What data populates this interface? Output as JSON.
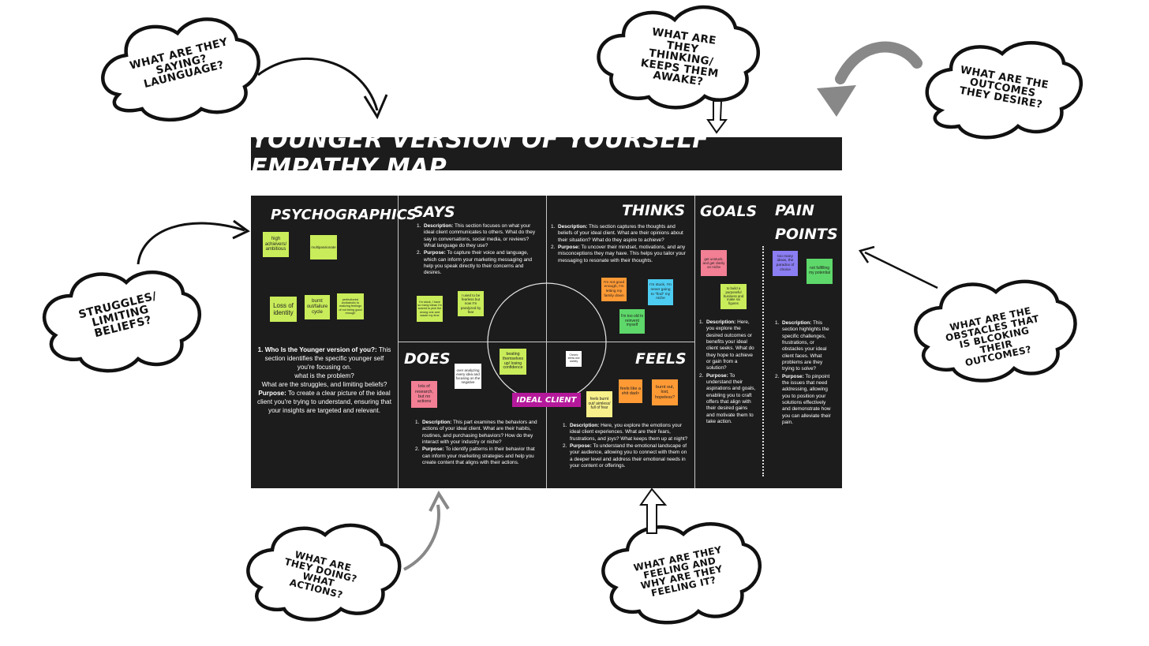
{
  "title": "Younger Version of Yourself Empathy Map",
  "clouds": {
    "saying": "What are they saying? Launguage?",
    "thinking": "What are they thinking/ keeps them awake?",
    "outcomes": "What are the outcomes they desire?",
    "struggles": "Struggles/ limiting beliefs?",
    "obstacles": "What are the obstacles that is blcoking their outcomes?",
    "doing": "What are they doing? What actions?",
    "feeling": "What are they feeling and why are they feeling it?"
  },
  "sections": {
    "psychographics": {
      "heading": "Psychographics",
      "q_label": "Who Is the Younger version of you?:",
      "q_text": "This section identifies the specific younger self you're focusing on.",
      "line2": "what is the problem?",
      "line3": "What are the struggles, and limiting beliefs?",
      "purpose_label": "Purpose:",
      "purpose_text": "To create a clear picture of the ideal client you're trying to understand, ensuring that your insights are targeted and relevant."
    },
    "says": {
      "heading": "Says",
      "desc_label": "Description:",
      "desc_text": "This section focuses on what your ideal client communicates to others. What do they say in conversations, social media, or reviews? What language do they use?",
      "purpose_label": "Purpose:",
      "purpose_text": "To capture their voice and language, which can inform your marketing messaging and help you speak directly to their concerns and desires."
    },
    "thinks": {
      "heading": "Thinks",
      "desc_label": "Description:",
      "desc_text": "This section captures the thoughts and beliefs of your ideal client. What are their opinions about their situation? What do they aspire to achieve?",
      "purpose_label": "Purpose:",
      "purpose_text": "To uncover their mindset, motivations, and any misconceptions they may have. This helps you tailor your messaging to resonate with their thoughts."
    },
    "does": {
      "heading": "Does",
      "desc_label": "Description:",
      "desc_text": "This part examines the behaviors and actions of your ideal client. What are their habits, routines, and purchasing behaviors? How do they interact with your industry or niche?",
      "purpose_label": "Purpose:",
      "purpose_text": "To identify patterns in their behavior that can inform your marketing strategies and help you create content that aligns with their actions."
    },
    "feels": {
      "heading": "Feels",
      "desc_label": "Description:",
      "desc_text": "Here, you explore the emotions your ideal client experiences. What are their fears, frustrations, and joys? What keeps them up at night?",
      "purpose_label": "Purpose:",
      "purpose_text": "To understand the emotional landscape of your audience, allowing you to connect with them on a deeper level and address their emotional needs in your content or offerings."
    },
    "goals": {
      "heading": "Goals",
      "desc_label": "Description:",
      "desc_text": "Here, you explore the desired outcomes or benefits your ideal client seeks. What do they hope to achieve or gain from a solution?",
      "purpose_label": "Purpose:",
      "purpose_text": "To understand their aspirations and goals, enabling you to craft offers that align with their desired gains and motivate them to take action."
    },
    "pain": {
      "heading_line1": "Pain",
      "heading_line2": "Points",
      "desc_label": "Description:",
      "desc_text": "This section highlights the specific challenges, frustrations, or obstacles your ideal client faces. What problems are they trying to solve?",
      "purpose_label": "Purpose:",
      "purpose_text": "To pinpoint the issues that need addressing, allowing you to position your solutions effectively and demonstrate how you can alleviate their pain."
    }
  },
  "ideal_client": "Ideal Client",
  "stickies": {
    "high_achievers": "high achievers/ ambitious",
    "multipassionate": "multipassionate",
    "loss_identity": "Loss of identity",
    "burnt_cycle": "burnt out/failure cycle",
    "perfectionist": "perfectionist workaholic to realizing feelings of not being good enough",
    "im_stuck_says": "I'm stuck, I have so many ideas I'm scared to pick the wrong one and waste my time",
    "used_to_fearless": "I used to be fearless but now I'm paralyzed by fear",
    "not_good_enough": "I'm not good enough, I'm letting my family down",
    "never_find": "I'm stuck, I'm never going to \"find\" my niche",
    "too_old": "I'm too old to reinvent myself",
    "lots_research": "lots of research, but no actions",
    "overanalyzing": "over analyzing every idea and focusing on the negative",
    "beating": "beating themselves up/ losing confidence",
    "chronic_stress": "Chronic stress and anxiety",
    "feels_burnt": "feels burnt out/ aimless/ full of fear",
    "feels_like": "feels like a shit dad>",
    "burnt_lost": "burnt out, lost, hopeless?",
    "get_unstuck": "get unstuck, and get clarity on niche",
    "build_business": "to build a purposeful business and make six figures",
    "too_many_ideas": "too many ideas, the paradox of choice",
    "not_fulfilling": "not fulfilling my potential"
  }
}
